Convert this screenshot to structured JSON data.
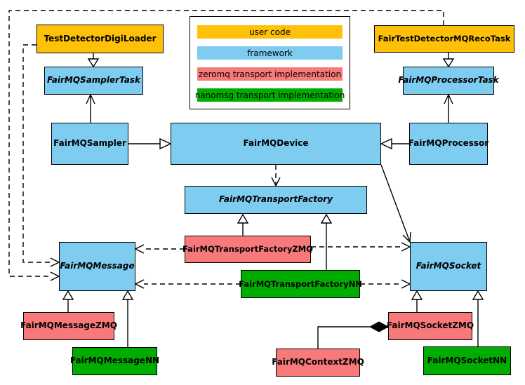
{
  "palette": {
    "user_code": "#FFC107",
    "framework": "#7ECDF1",
    "zeromq": "#F8797A",
    "nanomsg": "#00AC00",
    "border": "#000000",
    "background": "#FFFFFF"
  },
  "legend": {
    "items": [
      {
        "label": "user code",
        "color": "user_code"
      },
      {
        "label": "framework",
        "color": "framework"
      },
      {
        "label": "zeromq transport implementation",
        "color": "zeromq"
      },
      {
        "label": "nanomsg transport implementation",
        "color": "nanomsg"
      }
    ]
  },
  "nodes": {
    "test-detector-digi-loader": {
      "label": "TestDetectorDigiLoader",
      "color": "user_code",
      "abstract": false
    },
    "fair-test-detector-mq-reco-task": {
      "label": "FairTestDetectorMQRecoTask",
      "color": "user_code",
      "abstract": false
    },
    "fairmq-sampler-task": {
      "label": "FairMQSamplerTask",
      "color": "framework",
      "abstract": true
    },
    "fairmq-processor-task": {
      "label": "FairMQProcessorTask",
      "color": "framework",
      "abstract": true
    },
    "fairmq-sampler": {
      "label": "FairMQSampler",
      "color": "framework",
      "abstract": false
    },
    "fairmq-device": {
      "label": "FairMQDevice",
      "color": "framework",
      "abstract": false
    },
    "fairmq-processor": {
      "label": "FairMQProcessor",
      "color": "framework",
      "abstract": false
    },
    "fairmq-transport-factory": {
      "label": "FairMQTransportFactory",
      "color": "framework",
      "abstract": true
    },
    "fairmq-transport-factory-zmq": {
      "label": "FairMQTransportFactoryZMQ",
      "color": "zeromq",
      "abstract": false
    },
    "fairmq-transport-factory-nn": {
      "label": "FairMQTransportFactoryNN",
      "color": "nanomsg",
      "abstract": false
    },
    "fairmq-message": {
      "label": "FairMQMessage",
      "color": "framework",
      "abstract": true
    },
    "fairmq-socket": {
      "label": "FairMQSocket",
      "color": "framework",
      "abstract": true
    },
    "fairmq-message-zmq": {
      "label": "FairMQMessageZMQ",
      "color": "zeromq",
      "abstract": false
    },
    "fairmq-message-nn": {
      "label": "FairMQMessageNN",
      "color": "nanomsg",
      "abstract": false
    },
    "fairmq-socket-zmq": {
      "label": "FairMQSocketZMQ",
      "color": "zeromq",
      "abstract": false
    },
    "fairmq-context-zmq": {
      "label": "FairMQContextZMQ",
      "color": "zeromq",
      "abstract": false
    },
    "fairmq-socket-nn": {
      "label": "FairMQSocketNN",
      "color": "nanomsg",
      "abstract": false
    }
  },
  "edges": [
    {
      "from": "test-detector-digi-loader",
      "to": "fairmq-sampler-task",
      "type": "inheritance"
    },
    {
      "from": "fair-test-detector-mq-reco-task",
      "to": "fairmq-processor-task",
      "type": "inheritance"
    },
    {
      "from": "fairmq-sampler",
      "to": "fairmq-device",
      "type": "inheritance"
    },
    {
      "from": "fairmq-processor",
      "to": "fairmq-device",
      "type": "inheritance"
    },
    {
      "from": "fairmq-sampler",
      "to": "fairmq-sampler-task",
      "type": "association"
    },
    {
      "from": "fairmq-processor",
      "to": "fairmq-processor-task",
      "type": "association"
    },
    {
      "from": "fairmq-device",
      "to": "fairmq-transport-factory",
      "type": "dependency"
    },
    {
      "from": "fairmq-device",
      "to": "fairmq-socket",
      "type": "association"
    },
    {
      "from": "fairmq-transport-factory-zmq",
      "to": "fairmq-transport-factory",
      "type": "inheritance"
    },
    {
      "from": "fairmq-transport-factory-nn",
      "to": "fairmq-transport-factory",
      "type": "inheritance"
    },
    {
      "from": "fairmq-transport-factory-zmq",
      "to": "fairmq-message",
      "type": "dependency"
    },
    {
      "from": "fairmq-transport-factory-nn",
      "to": "fairmq-message",
      "type": "dependency"
    },
    {
      "from": "fairmq-transport-factory-zmq",
      "to": "fairmq-socket",
      "type": "dependency"
    },
    {
      "from": "fairmq-transport-factory-nn",
      "to": "fairmq-socket",
      "type": "dependency"
    },
    {
      "from": "test-detector-digi-loader",
      "to": "fairmq-message",
      "type": "dependency"
    },
    {
      "from": "fair-test-detector-mq-reco-task",
      "to": "fairmq-message",
      "type": "dependency"
    },
    {
      "from": "fairmq-message-zmq",
      "to": "fairmq-message",
      "type": "inheritance"
    },
    {
      "from": "fairmq-message-nn",
      "to": "fairmq-message",
      "type": "inheritance"
    },
    {
      "from": "fairmq-socket-zmq",
      "to": "fairmq-socket",
      "type": "inheritance"
    },
    {
      "from": "fairmq-socket-nn",
      "to": "fairmq-socket",
      "type": "inheritance"
    },
    {
      "from": "fairmq-socket-zmq",
      "to": "fairmq-context-zmq",
      "type": "composition"
    }
  ]
}
